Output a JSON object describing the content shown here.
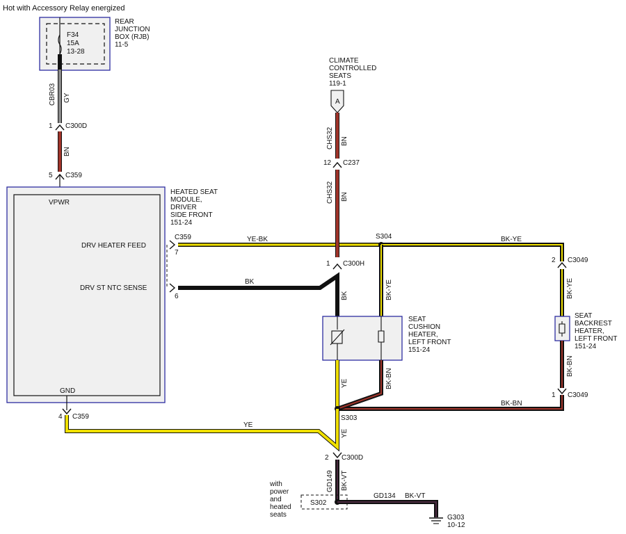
{
  "header": "Hot with Accessory Relay energized",
  "rjb": {
    "fuse": "F34",
    "amps": "15A",
    "ref": "13-28",
    "label": [
      "REAR",
      "JUNCTION",
      "BOX (RJB)",
      "11-5"
    ]
  },
  "climate": {
    "label": [
      "CLIMATE",
      "CONTROLLED",
      "SEATS",
      "119-1"
    ],
    "connector_letter": "A"
  },
  "module": {
    "label": [
      "HEATED SEAT",
      "MODULE,",
      "DRIVER",
      "SIDE FRONT",
      "151-24"
    ],
    "pins": {
      "vpwr": "VPWR",
      "feed": "DRV HEATER FEED",
      "ntc": "DRV ST NTC SENSE",
      "gnd": "GND"
    }
  },
  "cushion": {
    "label": [
      "SEAT",
      "CUSHION",
      "HEATER,",
      "LEFT FRONT",
      "151-24"
    ]
  },
  "backrest": {
    "label": [
      "SEAT",
      "BACKREST",
      "HEATER,",
      "LEFT FRONT",
      "151-24"
    ]
  },
  "circuits": {
    "cbr03": "CBR03",
    "gy": "GY",
    "bn1": "BN",
    "chs32_a": "CHS32",
    "bn2": "BN",
    "chs32_b": "CHS32",
    "bn3": "BN",
    "ye_bk": "YE-BK",
    "bk_ye_top": "BK-YE",
    "bk": "BK",
    "bk_vertical": "BK",
    "bk_ye_vertical": "BK-YE",
    "bk_ye_right": "BK-YE",
    "ye_vertical": "YE",
    "bk_bn_vertical": "BK-BN",
    "bk_bn_right": "BK-BN",
    "bk_bn_bottom": "BK-BN",
    "ye_bottom": "YE",
    "ye_lower": "YE",
    "gd149": "GD149",
    "bk_vt": "BK-VT",
    "gd134": "GD134",
    "bk_vt_h": "BK-VT"
  },
  "connectors": {
    "c300d_top": {
      "pin": "1",
      "name": "C300D"
    },
    "c359_top": {
      "pin": "5",
      "name": "C359"
    },
    "c237": {
      "pin": "12",
      "name": "C237"
    },
    "c359_feed": {
      "pin": "7",
      "name": "C359"
    },
    "ntc_pin": {
      "pin": "6"
    },
    "c300h": {
      "pin": "1",
      "name": "C300H"
    },
    "c3049_top": {
      "pin": "2",
      "name": "C3049"
    },
    "c3049_bottom": {
      "pin": "1",
      "name": "C3049"
    },
    "c359_gnd": {
      "pin": "4",
      "name": "C359"
    },
    "c300d_bottom": {
      "pin": "2",
      "name": "C300D"
    }
  },
  "splices": {
    "s304": "S304",
    "s303": "S303",
    "s302": "S302"
  },
  "s302_note": [
    "with",
    "power",
    "and",
    "heated",
    "seats"
  ],
  "ground": {
    "name": "G303",
    "ref": "10-12"
  },
  "colors": {
    "gray": "#8a8a8a",
    "brown": "#a0342a",
    "yellow": "#f0e000",
    "black": "#111111",
    "violet": "#4a2a40",
    "box_border": "#2c2ca0",
    "box_fill": "#f0f0f0"
  }
}
